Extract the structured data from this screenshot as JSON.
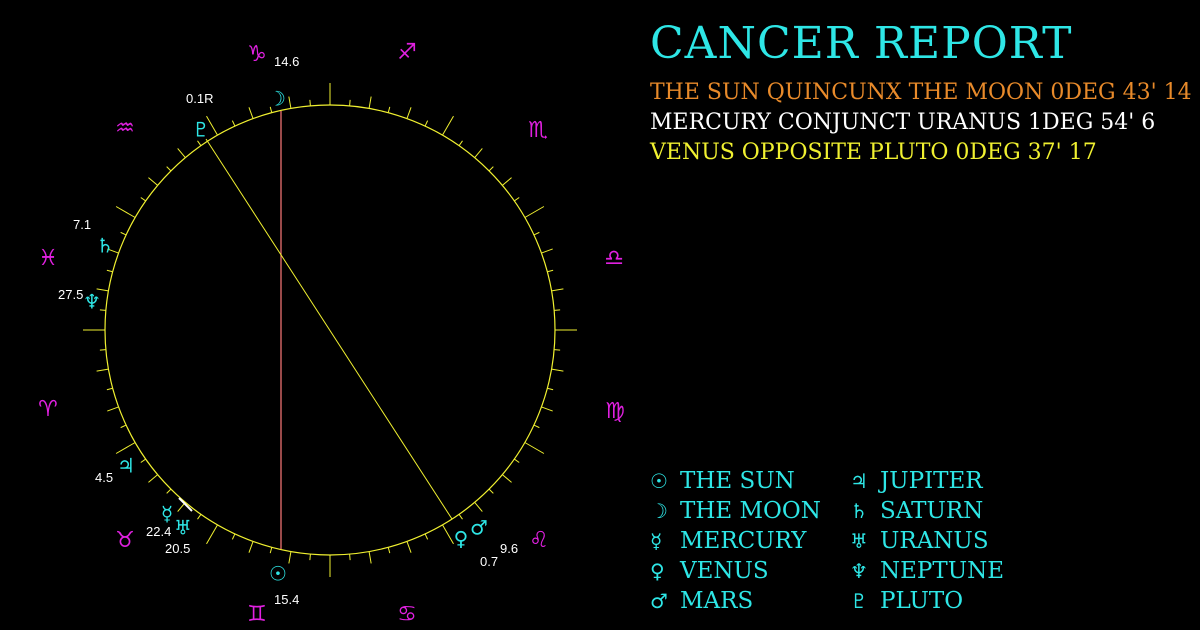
{
  "header": {
    "title": "CANCER REPORT",
    "aspects": [
      {
        "text": "THE SUN QUINCUNX THE MOON 0DEG 43' 14",
        "color": "#e88a2a"
      },
      {
        "text": "MERCURY CONJUNCT URANUS 1DEG 54' 6",
        "color": "#ffffff"
      },
      {
        "text": "VENUS OPPOSITE PLUTO 0DEG 37' 17",
        "color": "#f0f030"
      }
    ]
  },
  "colors": {
    "zodiac": "#e020e0",
    "planet": "#2ee6e6",
    "wheel": "#f0f030",
    "label": "#ffffff",
    "axis_line": "#ff7a7a"
  },
  "zodiac_signs": [
    {
      "name": "capricorn",
      "glyph": "♑"
    },
    {
      "name": "sagittarius",
      "glyph": "♐"
    },
    {
      "name": "scorpio",
      "glyph": "♏"
    },
    {
      "name": "libra",
      "glyph": "♎"
    },
    {
      "name": "virgo",
      "glyph": "♍"
    },
    {
      "name": "leo",
      "glyph": "♌"
    },
    {
      "name": "cancer",
      "glyph": "♋"
    },
    {
      "name": "gemini",
      "glyph": "♊"
    },
    {
      "name": "taurus",
      "glyph": "♉"
    },
    {
      "name": "aries",
      "glyph": "♈"
    },
    {
      "name": "pisces",
      "glyph": "♓"
    },
    {
      "name": "aquarius",
      "glyph": "♒"
    }
  ],
  "planets_on_chart": [
    {
      "name": "moon",
      "glyph": "☽",
      "degree": "14.6"
    },
    {
      "name": "pluto",
      "glyph": "♇",
      "degree": "0.1R"
    },
    {
      "name": "saturn",
      "glyph": "♄",
      "degree": "7.1"
    },
    {
      "name": "neptune",
      "glyph": "♆",
      "degree": "27.5"
    },
    {
      "name": "jupiter",
      "glyph": "♃",
      "degree": "4.5"
    },
    {
      "name": "mercury",
      "glyph": "☿",
      "degree": "22.4"
    },
    {
      "name": "uranus",
      "glyph": "♅",
      "degree": "20.5"
    },
    {
      "name": "sun",
      "glyph": "☉",
      "degree": "15.4"
    },
    {
      "name": "venus",
      "glyph": "♀",
      "degree": "0.7"
    },
    {
      "name": "mars",
      "glyph": "♂",
      "degree": "9.6"
    }
  ],
  "legend": [
    {
      "glyph": "☉",
      "label": "THE SUN"
    },
    {
      "glyph": "☽",
      "label": "THE MOON"
    },
    {
      "glyph": "☿",
      "label": "MERCURY"
    },
    {
      "glyph": "♀",
      "label": "VENUS"
    },
    {
      "glyph": "♂",
      "label": "MARS"
    },
    {
      "glyph": "♃",
      "label": "JUPITER"
    },
    {
      "glyph": "♄",
      "label": "SATURN"
    },
    {
      "glyph": "♅",
      "label": "URANUS"
    },
    {
      "glyph": "♆",
      "label": "NEPTUNE"
    },
    {
      "glyph": "♇",
      "label": "PLUTO"
    }
  ]
}
